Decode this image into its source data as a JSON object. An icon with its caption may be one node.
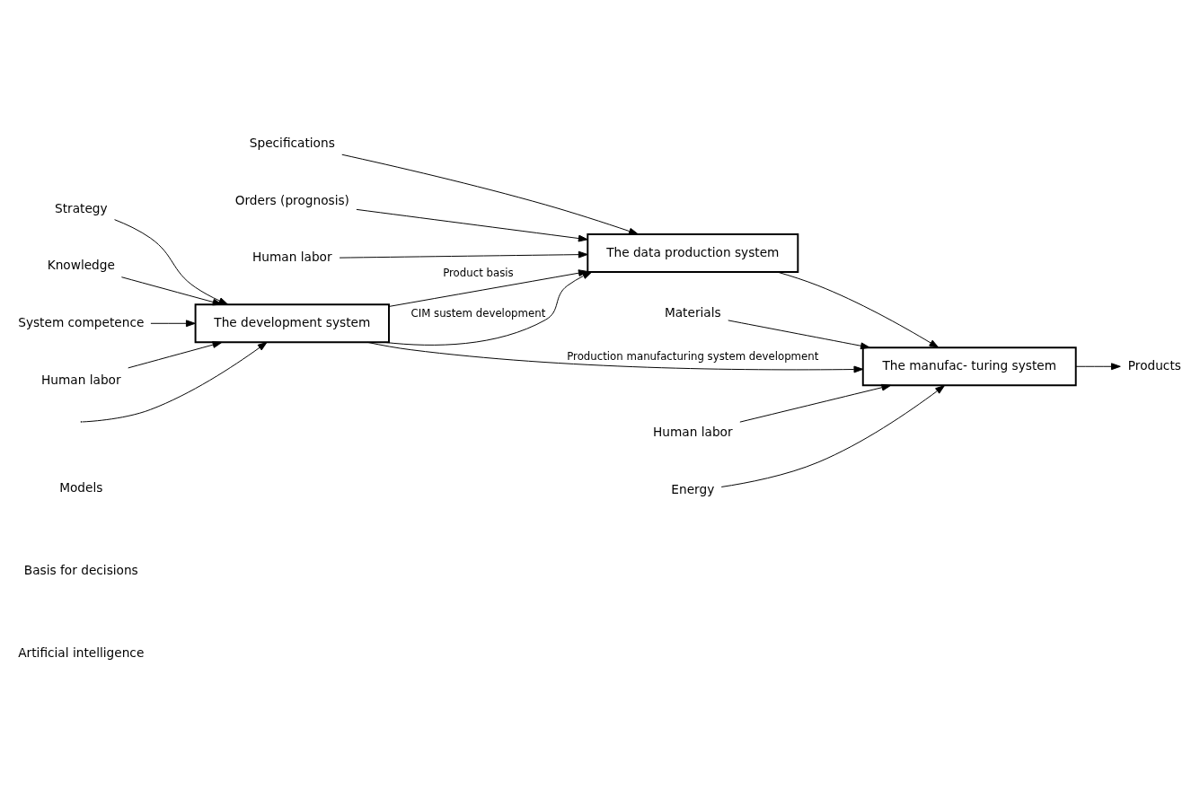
{
  "diagram": {
    "nodes": [
      {
        "text": [
          "Specifications"
        ]
      },
      {
        "text": [
          "Orders (prognosis)"
        ]
      },
      {
        "text": [
          "The data production system"
        ]
      },
      {
        "text": [
          "Human labor"
        ]
      },
      {
        "text": [
          "Materials"
        ]
      },
      {
        "text": [
          "The manufac- turing system"
        ]
      },
      {
        "text": [
          "Products"
        ]
      },
      {
        "text": [
          "Strategy"
        ]
      },
      {
        "text": [
          "Knowledge"
        ]
      },
      {
        "text": [
          "The development system"
        ]
      },
      {
        "text": [
          "System competence"
        ]
      },
      {
        "text": [
          "Human labor"
        ]
      },
      {
        "text": [
          "Human labor"
        ]
      },
      {
        "text": [
          "Energy"
        ]
      }
    ],
    "edges": [
      {
        "from": 0,
        "to": 2,
        "arrow": "to"
      },
      {
        "from": 1,
        "to": 2,
        "arrow": "to"
      },
      {
        "from": 3,
        "to": 2,
        "arrow": "to"
      },
      {
        "from": 2,
        "to": 5,
        "arrow": "to"
      },
      {
        "from": 4,
        "to": 5,
        "arrow": "to"
      },
      {
        "from": 5,
        "to": 6,
        "arrow": "to"
      },
      {
        "from": 7,
        "to": 9,
        "arrow": "to"
      },
      {
        "from": 8,
        "to": 9,
        "arrow": "to"
      },
      {
        "from": 10,
        "to": 9,
        "arrow": "to"
      },
      {
        "from": 9,
        "to": 2,
        "arrow": "to",
        "label": "Product basis"
      },
      {
        "from": 9,
        "to": 2,
        "arrow": "to",
        "label": "CIM sustem development"
      },
      {
        "from": 9,
        "to": 5,
        "arrow": "to",
        "label": "Production manufacturing system development"
      },
      {
        "from": 11,
        "to": 5,
        "arrow": "to"
      },
      {
        "from": 13,
        "to": 5,
        "arrow": "to"
      },
      {
        "from": 12,
        "to": 9,
        "arrow": "to"
      },
      {
        "from": null,
        "to": 9,
        "arrow": "to"
      }
    ],
    "labels": [
      "Models",
      "Basis for decisions",
      "Artificial intelligence"
    ]
  }
}
